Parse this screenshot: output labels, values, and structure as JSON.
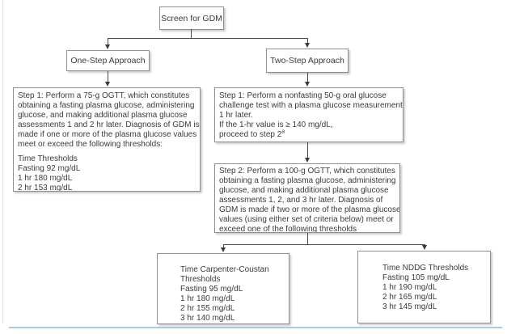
{
  "figure": {
    "title_box": "Screen for GDM",
    "one_step_label": "One-Step Approach",
    "two_step_label": "Two-Step Approach",
    "one_step_detail": {
      "text": "Step 1: Perform a 75-g OGTT, which constitutes\nobtaining a fasting plasma glucose, administering\nglucose, and making additional plasma glucose\nassessments 1 and 2 hr later. Diagnosis of GDM is\nmade if one or more of the plasma glucose values\nmeet or exceed the following thresholds:",
      "thresholds": "Time Thresholds\nFasting 92 mg/dL\n1 hr 180 mg/dL\n2 hr 153 mg/dL"
    },
    "two_step_step1": {
      "text": "Step 1: Perform a nonfasting 50-g oral glucose\nchallenge test with a plasma glucose measurement\n1 hr later.\nIf the 1-hr value is ≥ 140 mg/dL,",
      "note_line": "proceed to step 2",
      "note_sup": "a"
    },
    "two_step_step2": {
      "text": "Step 2: Perform a 100-g OGTT, which constitutes\nobtaining a fasting plasma glucose, administering\nglucose, and making additional plasma glucose\nassessments 1, 2, and 3 hr later. Diagnosis of\nGDM is made if two or more of the plasma glucose\nvalues (using either set of criteria below) meet or\nexceed one of the following thresholds",
      "step2_sup_ref": "a"
    },
    "carpenter_coustan": {
      "lines": "Time Carpenter-Coustan\nThresholds\nFasting 95 mg/dL\n1 hr 180 mg/dL\n2 hr 155 mg/dL\n3 hr 140 mg/dL"
    },
    "nddg": {
      "lines": "Time NDDG Thresholds\nFasting 105 mg/dL\n1 hr 190 mg/dL\n2 hr 165 mg/dL\n3 hr 145 mg/dL"
    },
    "colors": {
      "box_border": "#8f8f8f",
      "text": "#3b3b3b",
      "connector": "#4a4a4a",
      "left_frame_line": "#e4e4e4",
      "bottom_rule": "#a7cde6"
    }
  }
}
